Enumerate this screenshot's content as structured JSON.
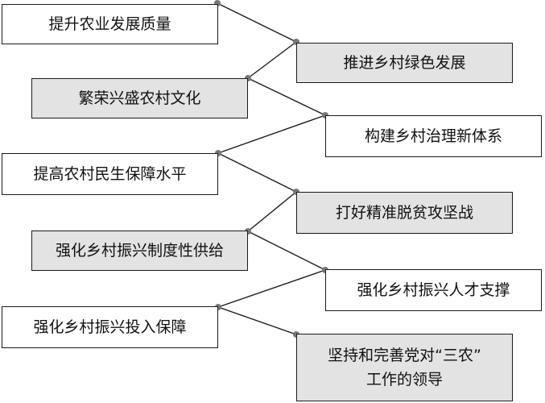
{
  "colors": {
    "line": "#1a1a1a",
    "dot": "#777777",
    "fill_gray": "#e3e3e3",
    "fill_white": "#ffffff"
  },
  "nodes": [
    {
      "id": "n1",
      "text": "提升农业发展质量",
      "style": "white"
    },
    {
      "id": "n2",
      "text": "推进乡村绿色发展",
      "style": "gray"
    },
    {
      "id": "n3",
      "text": "繁荣兴盛农村文化",
      "style": "gray"
    },
    {
      "id": "n4",
      "text": "构建乡村治理新体系",
      "style": "white"
    },
    {
      "id": "n5",
      "text": "提高农村民生保障水平",
      "style": "white"
    },
    {
      "id": "n6",
      "text": "打好精准脱贫攻坚战",
      "style": "gray"
    },
    {
      "id": "n7",
      "text": "强化乡村振兴制度性供给",
      "style": "gray"
    },
    {
      "id": "n8",
      "text": "强化乡村振兴人才支撑",
      "style": "white"
    },
    {
      "id": "n9",
      "text": "强化乡村振兴投入保障",
      "style": "white"
    },
    {
      "id": "n10",
      "text": "坚持和完善党对“三农”\n工作的领导",
      "style": "gray"
    }
  ]
}
